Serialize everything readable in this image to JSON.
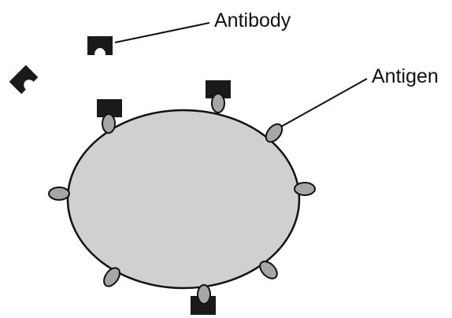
{
  "labels": {
    "antibody": "Antibody",
    "antigen": "Antigen"
  },
  "colors": {
    "cell_fill": "#d0d0d0",
    "antigen_fill": "#a6a6a6",
    "antibody_fill": "#1a1a1a",
    "stroke": "#111111"
  },
  "counts": {
    "antigens": 8,
    "antibodies_bound": 3,
    "antibodies_free": 2
  }
}
